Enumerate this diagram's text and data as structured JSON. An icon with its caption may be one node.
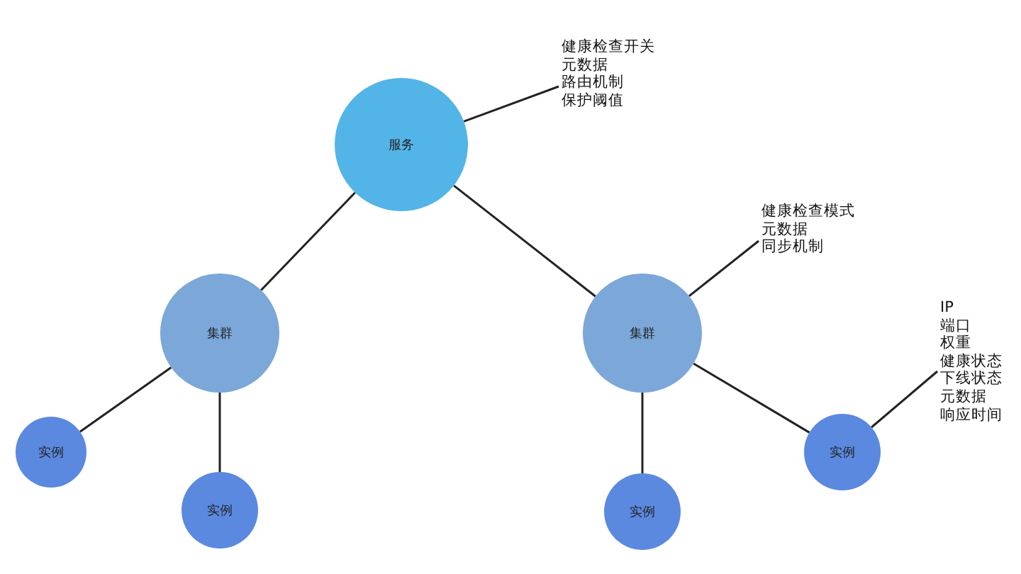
{
  "diagram": {
    "nodes": [
      {
        "text": [
          "服务"
        ]
      },
      {
        "text": [
          "健康检查开关",
          "元数据",
          "路由机制",
          "保护阈值"
        ]
      },
      {
        "text": [
          "集群"
        ]
      },
      {
        "text": [
          "集群"
        ]
      },
      {
        "text": [
          "健康检查模式",
          "元数据",
          "同步机制"
        ]
      },
      {
        "text": [
          "实例"
        ]
      },
      {
        "text": [
          "实例"
        ]
      },
      {
        "text": [
          "实例"
        ]
      },
      {
        "text": [
          "实例"
        ]
      },
      {
        "text": [
          "IP",
          "端口",
          "权重",
          "健康状态",
          "下线状态",
          "元数据",
          "响应时间"
        ]
      }
    ],
    "edges": [
      {
        "from": 0,
        "to": 2,
        "arrow": "none"
      },
      {
        "from": 0,
        "to": 3,
        "arrow": "none"
      },
      {
        "from": 1,
        "to": 0,
        "arrow": "none"
      },
      {
        "from": 2,
        "to": 5,
        "arrow": "none"
      },
      {
        "from": 2,
        "to": 6,
        "arrow": "none"
      },
      {
        "from": 4,
        "to": 3,
        "arrow": "none"
      },
      {
        "from": 3,
        "to": 7,
        "arrow": "none"
      },
      {
        "from": 3,
        "to": 8,
        "arrow": "none"
      },
      {
        "from": 9,
        "to": 8,
        "arrow": "none"
      }
    ]
  }
}
